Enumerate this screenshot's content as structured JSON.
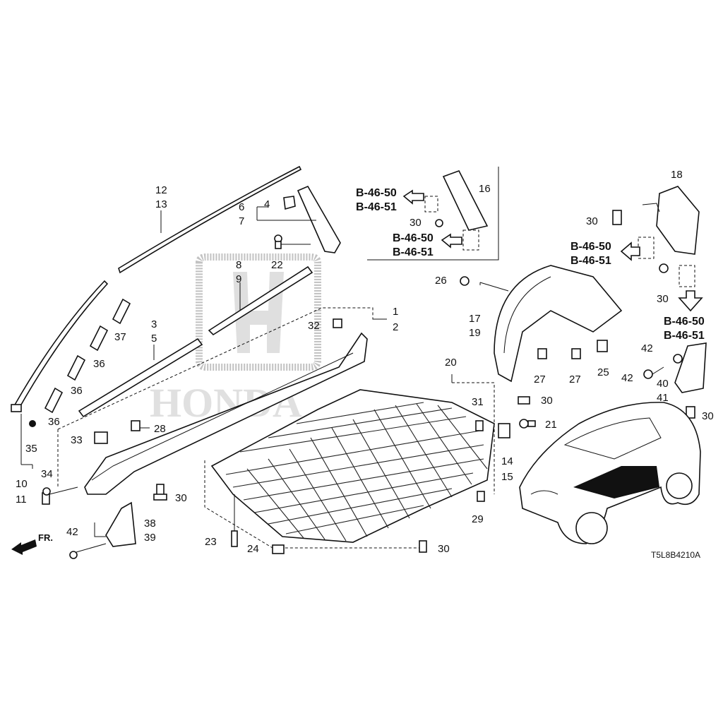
{
  "diagram": {
    "drawing_code": "T5L8B4210A",
    "front_label": "FR.",
    "refs": {
      "top_center": [
        "B-46-50",
        "B-46-51"
      ],
      "top_center_lower": [
        "B-46-50",
        "B-46-51"
      ],
      "right_mid": [
        "B-46-50",
        "B-46-51"
      ],
      "right_low": [
        "B-46-50",
        "B-46-51"
      ]
    },
    "watermark": "HONDA",
    "callouts": {
      "c12": "12",
      "c13": "13",
      "c6": "6",
      "c7": "7",
      "c4": "4",
      "c22": "22",
      "c8": "8",
      "c9": "9",
      "c3": "3",
      "c5": "5",
      "c37": "37",
      "c36a": "36",
      "c36b": "36",
      "c36c": "36",
      "c1": "1",
      "c2": "2",
      "c32": "32",
      "c33": "33",
      "c28": "28",
      "c35": "35",
      "c10": "10",
      "c11": "11",
      "c34": "34",
      "c30a": "30",
      "c42a": "42",
      "c38": "38",
      "c39": "39",
      "c20": "20",
      "c31": "31",
      "c23": "23",
      "c24": "24",
      "c30b": "30",
      "c29": "29",
      "c16": "16",
      "c30c": "30",
      "c26": "26",
      "c17": "17",
      "c19": "19",
      "c27a": "27",
      "c27b": "27",
      "c25": "25",
      "c30d": "30",
      "c21": "21",
      "c14": "14",
      "c15": "15",
      "c18": "18",
      "c30e": "30",
      "c30f": "30",
      "c42b": "42",
      "c42c": "42",
      "c40": "40",
      "c41": "41",
      "c30g": "30"
    }
  }
}
